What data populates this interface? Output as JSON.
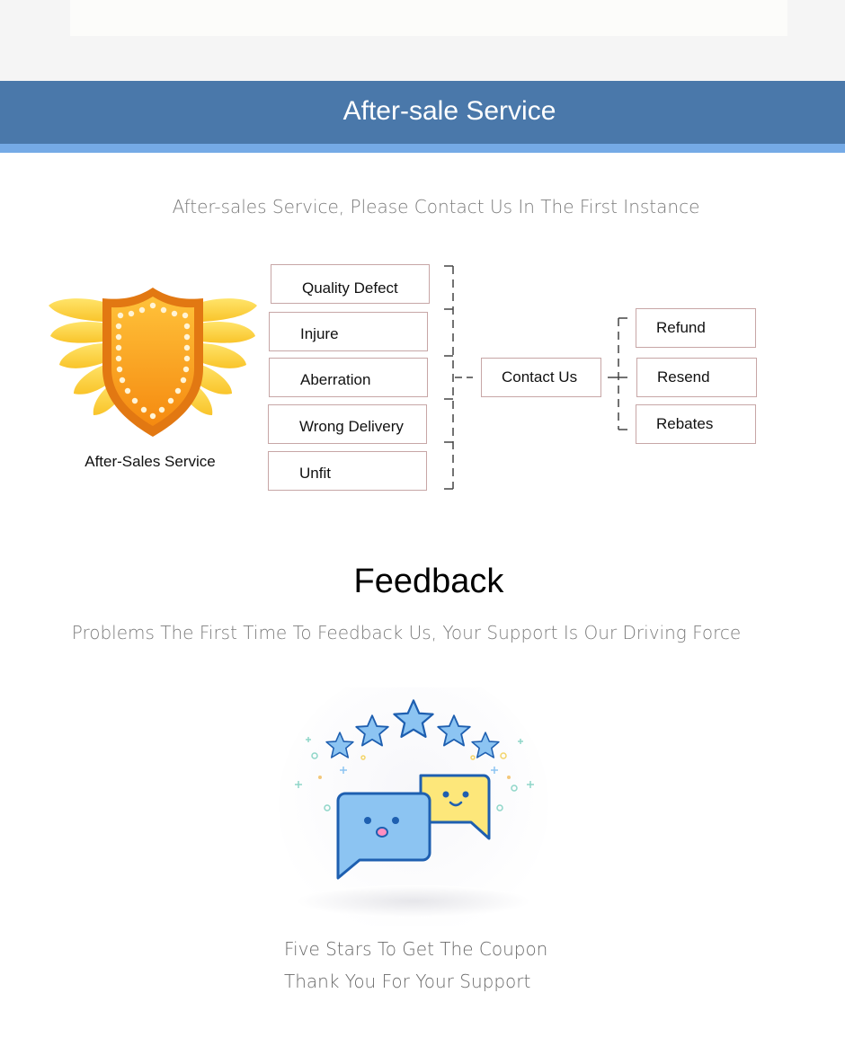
{
  "banner": {
    "title": "After-sale Service"
  },
  "after_sale": {
    "subtitle": "After-sales Service, Please Contact Us In The First Instance",
    "emblem_label": "After-Sales Service",
    "problems": [
      "Quality Defect",
      "Injure",
      "Aberration",
      "Wrong Delivery",
      "Unfit"
    ],
    "contact": "Contact Us",
    "solutions": [
      "Refund",
      "Resend",
      "Rebates"
    ]
  },
  "feedback": {
    "title": "Feedback",
    "subtitle": "Problems The First Time To Feedback Us, Your Support Is Our Driving Force",
    "lines": [
      "Five Stars To Get The Coupon",
      "Thank You For Your Support"
    ]
  },
  "colors": {
    "banner": "#4a78aa",
    "banner_stripe": "#75aae6",
    "box_border": "#c7a6a6",
    "shield": "#f7a01a",
    "star": "#8cc4f2",
    "bubble_blue": "#8cc4f2",
    "bubble_yellow": "#fde77a"
  }
}
